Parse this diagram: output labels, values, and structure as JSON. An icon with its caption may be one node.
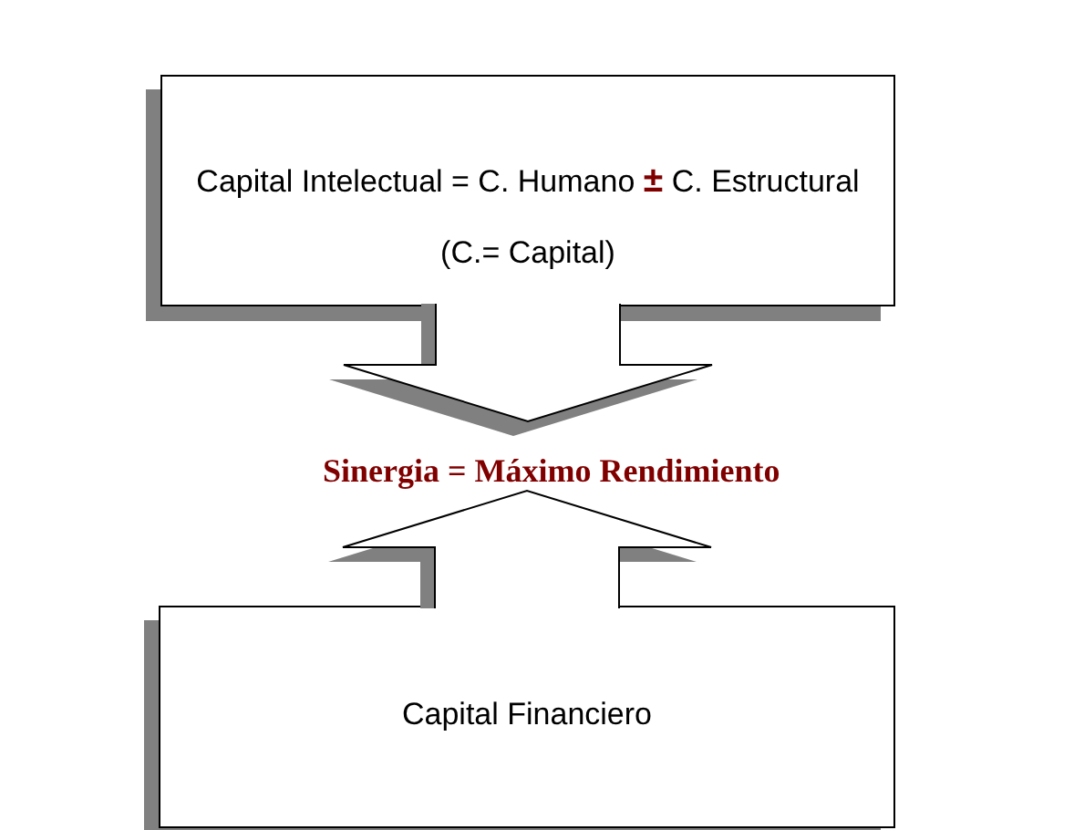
{
  "diagram": {
    "nodes": [
      {
        "text": [
          "Capital Intelectual = C. Humano **±** C. Estructural",
          "(C.= Capital)"
        ]
      },
      {
        "text": [
          "Sinergia = Máximo Rendimiento"
        ]
      },
      {
        "text": [
          "Capital Financiero"
        ]
      }
    ],
    "edges": [
      {
        "from": 0,
        "to": 1,
        "arrow": "to"
      },
      {
        "from": 2,
        "to": 1,
        "arrow": "to"
      }
    ]
  }
}
